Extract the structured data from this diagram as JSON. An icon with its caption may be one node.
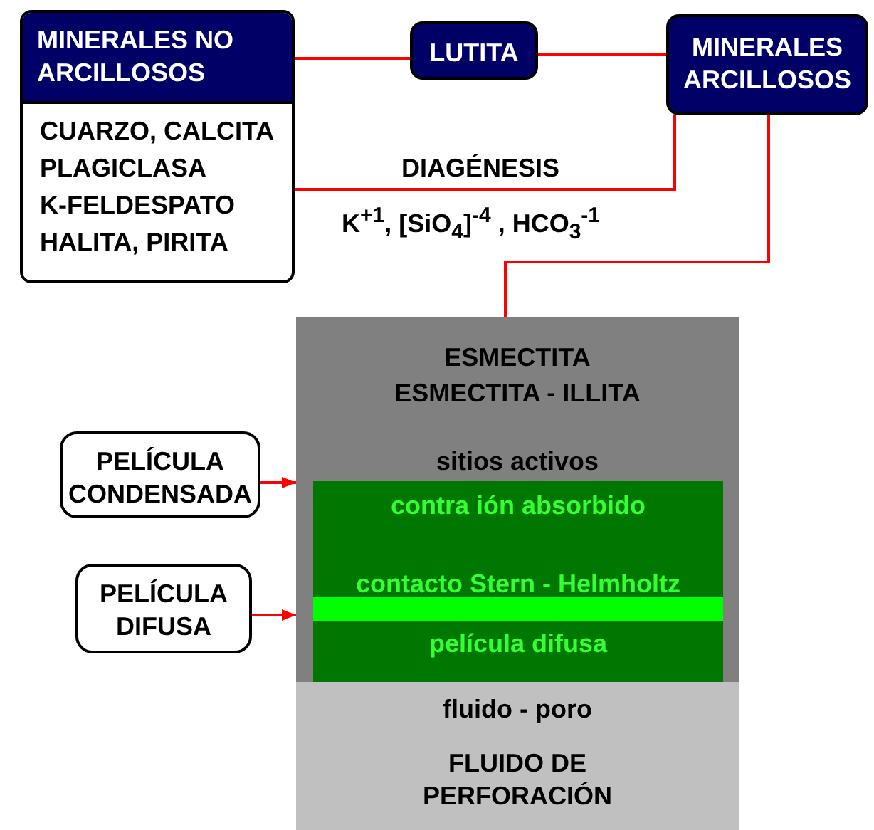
{
  "diagram": {
    "nodes": [
      {
        "text": [
          "MINERALES NO ARCILLOSOS",
          "CUARZO, CALCITA",
          "PLAGICLASA",
          "K-FELDESPATO",
          "HALITA, PIRITA"
        ]
      },
      {
        "text": [
          "LUTITA"
        ]
      },
      {
        "text": [
          "MINERALES ARCILLOSOS"
        ]
      },
      {
        "text": [
          "ESMECTITA",
          "ESMECTITA - ILLITA",
          "sitios activos"
        ]
      },
      {
        "text": [
          "contra ión absorbido",
          "contacto Stern - Helmholtz",
          "película difusa"
        ],
        "in": 3
      },
      {
        "text": [],
        "shape": "bar",
        "in": 4
      },
      {
        "text": [
          "fluido - poro",
          "FLUIDO DE PERFORACIÓN"
        ]
      },
      {
        "text": [
          "PELÍCULA CONDENSADA"
        ]
      },
      {
        "text": [
          "PELÍCULA DIFUSA"
        ]
      }
    ],
    "edges": [
      {
        "from": 0,
        "to": 1,
        "arrow": "none"
      },
      {
        "from": 1,
        "to": 2,
        "arrow": "none"
      },
      {
        "from": 0,
        "to": 2,
        "arrow": "none",
        "label": "DIAGÉNESIS"
      },
      {
        "from": 2,
        "to": 3,
        "arrow": "none"
      },
      {
        "from": 7,
        "to": 3,
        "arrow": "to"
      },
      {
        "from": 8,
        "to": 3,
        "arrow": "to"
      }
    ],
    "labels": [
      "K$^{+1}$, [SiO$_{4}$]$^{-4}$ , HCO$_{3}$$^{-1}$"
    ]
  }
}
